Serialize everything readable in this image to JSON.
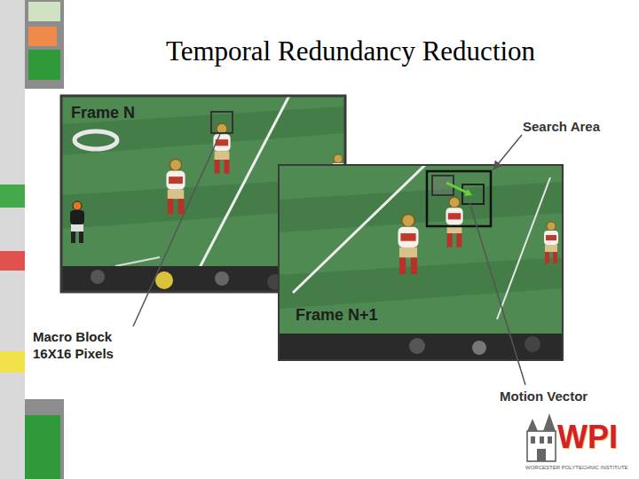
{
  "diagram": {
    "title": "Temporal Redundancy Reduction",
    "nodes": [
      {
        "text": [
          "Frame N"
        ]
      },
      {
        "text": [
          "Frame N+1"
        ]
      }
    ],
    "labels": [
      "Search Area",
      "Macro Block 16X16 Pixels",
      "Motion Vector",
      "WPI",
      "WORCESTER POLYTECHNIC INSTITUTE"
    ]
  }
}
